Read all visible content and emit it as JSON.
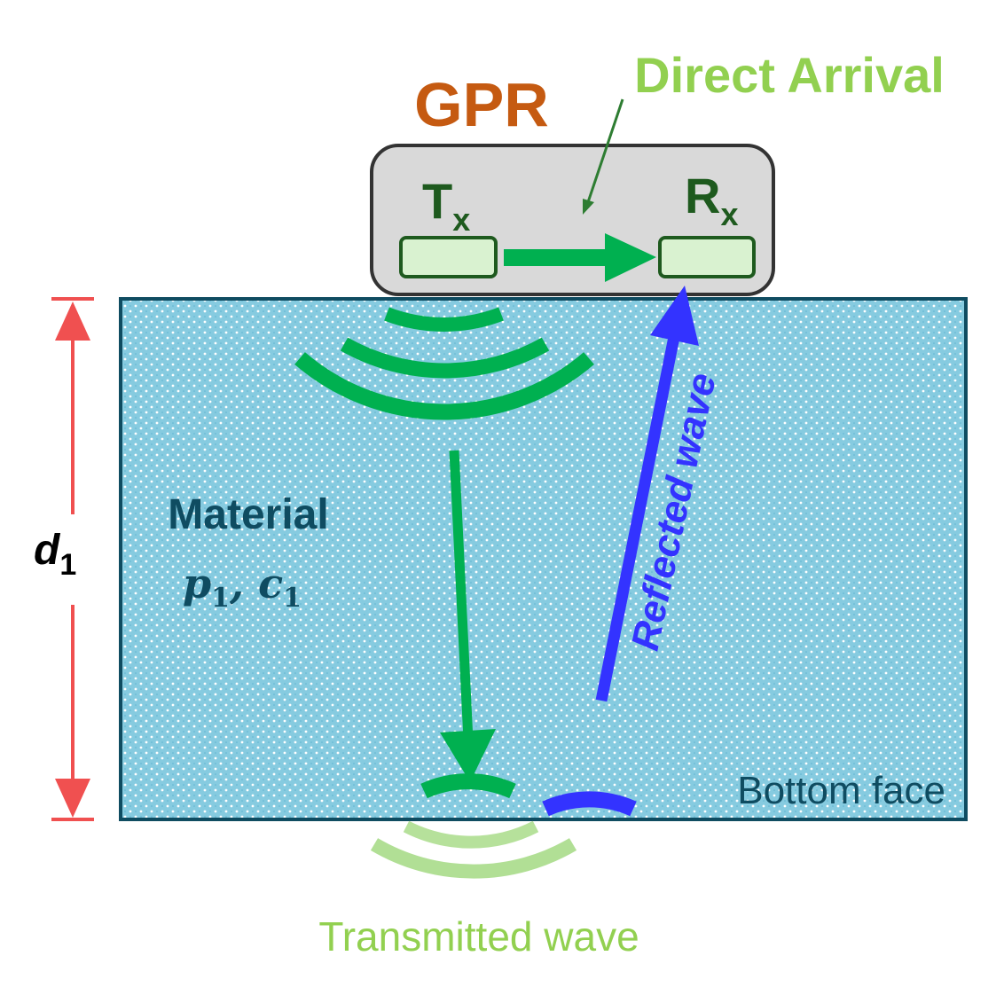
{
  "labels": {
    "gpr": "GPR",
    "direct_arrival": "Direct Arrival",
    "tx_main": "T",
    "tx_sub": "x",
    "rx_main": "R",
    "rx_sub": "x",
    "reflected_wave": "Reflected wave",
    "material": "Material",
    "material_p": "p",
    "material_sep": ", ",
    "material_c": "c",
    "material_p_sub": "1",
    "material_c_sub": "1",
    "depth_main": "d",
    "depth_sub": "1",
    "bottom_face": "Bottom face",
    "transmitted_wave": "Transmitted wave"
  },
  "colors": {
    "gpr_text": "#c55a11",
    "direct_arrival_text": "#92d050",
    "antenna_text": "#1e5a1e",
    "antenna_fill": "#d9f2d0",
    "wave_green": "#00b050",
    "wave_light_green": "#a9dc8a",
    "reflected_blue": "#3333ff",
    "material_text": "#0f4c61",
    "material_fill": "#7ec8dc",
    "material_border": "#0f4c61",
    "depth_arrow": "#f05050",
    "gpr_box_fill": "#d9d9d9",
    "gpr_box_border": "#333333"
  }
}
